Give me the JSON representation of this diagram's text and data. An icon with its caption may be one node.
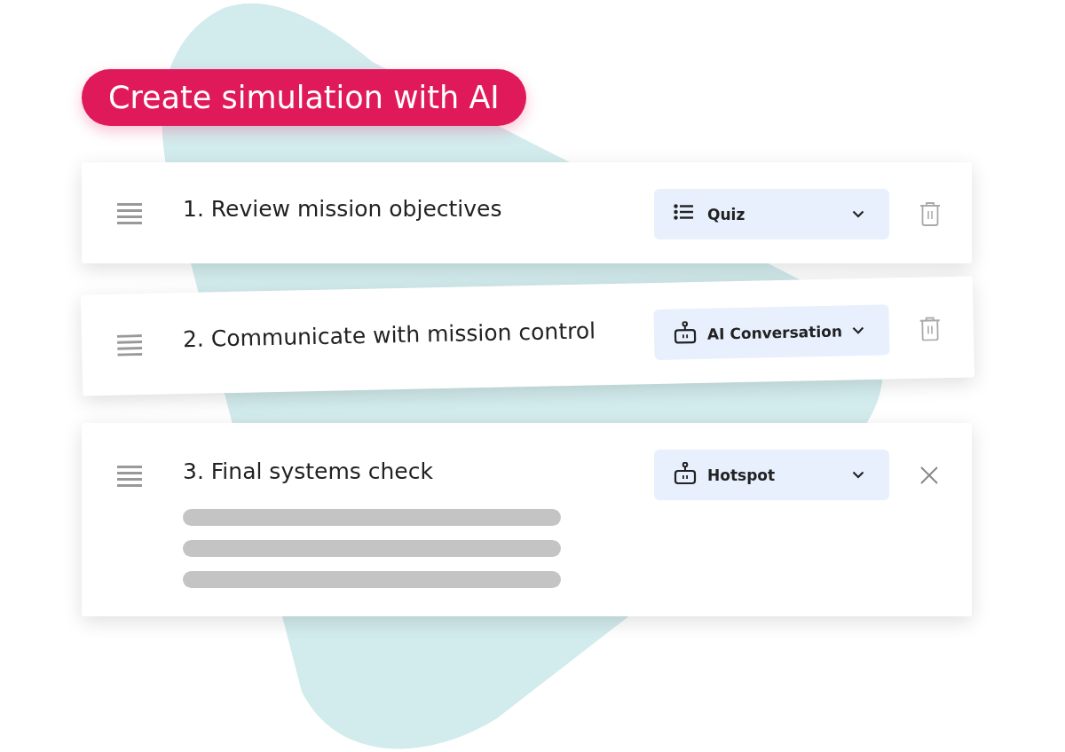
{
  "diagram": {
    "title": "Create simulation with AI",
    "nodes": [
      {
        "text": [
          "1. Review mission objectives"
        ]
      },
      {
        "text": [
          "Quiz"
        ],
        "in": 0
      },
      {
        "text": [
          "2. Communicate with mission control"
        ]
      },
      {
        "text": [
          "AI Conversation"
        ],
        "in": 2
      },
      {
        "text": [
          "3. Final systems check"
        ]
      },
      {
        "text": [
          "Hotspot"
        ],
        "in": 4
      }
    ],
    "edges": []
  }
}
